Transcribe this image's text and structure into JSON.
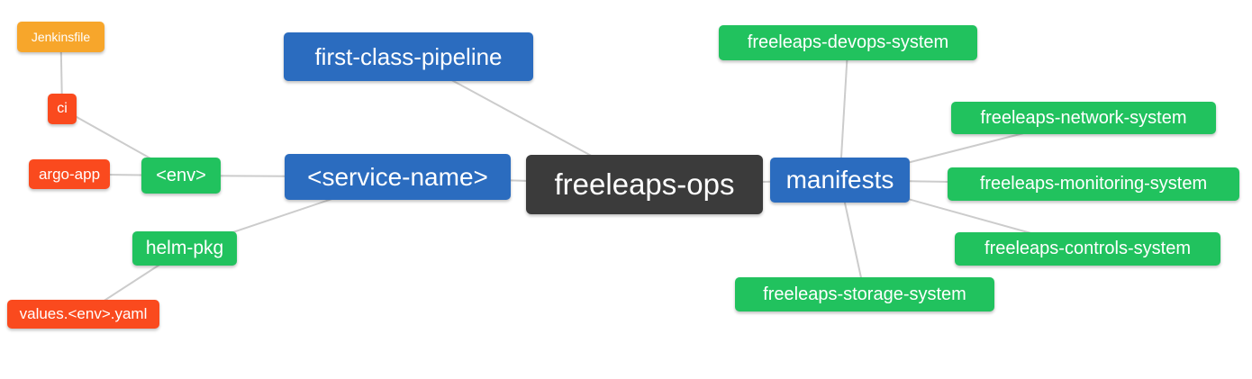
{
  "diagram": {
    "type": "mindmap",
    "root_label": "freeleaps-ops",
    "palette": {
      "blue": "#2B6CBF",
      "green": "#21C25E",
      "orange": "#F7A62B",
      "red": "#FA4A1E",
      "dark": "#3B3B3B",
      "edge_line": "#CCCCCC",
      "text": "#FFFFFF",
      "background": "#FFFFFF"
    },
    "nodes": {
      "freeleaps_ops": {
        "label": "freeleaps-ops",
        "color_role": "dark"
      },
      "first_class_pipeline": {
        "label": "first-class-pipeline",
        "color_role": "blue"
      },
      "service_name": {
        "label": "<service-name>",
        "color_role": "blue"
      },
      "manifests": {
        "label": "manifests",
        "color_role": "blue"
      },
      "env": {
        "label": "<env>",
        "color_role": "green"
      },
      "helm_pkg": {
        "label": "helm-pkg",
        "color_role": "green"
      },
      "ci": {
        "label": "ci",
        "color_role": "red"
      },
      "argo_app": {
        "label": "argo-app",
        "color_role": "red"
      },
      "jenkinsfile": {
        "label": "Jenkinsfile",
        "color_role": "orange"
      },
      "values_env_yaml": {
        "label": "values.<env>.yaml",
        "color_role": "red"
      },
      "devops_system": {
        "label": "freeleaps-devops-system",
        "color_role": "green"
      },
      "network_system": {
        "label": "freeleaps-network-system",
        "color_role": "green"
      },
      "monitoring_system": {
        "label": "freeleaps-monitoring-system",
        "color_role": "green"
      },
      "controls_system": {
        "label": "freeleaps-controls-system",
        "color_role": "green"
      },
      "storage_system": {
        "label": "freeleaps-storage-system",
        "color_role": "green"
      }
    },
    "edges": [
      {
        "from": "jenkinsfile",
        "to": "ci"
      },
      {
        "from": "ci",
        "to": "env"
      },
      {
        "from": "argo_app",
        "to": "env"
      },
      {
        "from": "env",
        "to": "service_name"
      },
      {
        "from": "helm_pkg",
        "to": "service_name"
      },
      {
        "from": "values_env_yaml",
        "to": "helm_pkg"
      },
      {
        "from": "first_class_pipeline",
        "to": "freeleaps_ops"
      },
      {
        "from": "service_name",
        "to": "freeleaps_ops"
      },
      {
        "from": "freeleaps_ops",
        "to": "manifests"
      },
      {
        "from": "manifests",
        "to": "devops_system"
      },
      {
        "from": "manifests",
        "to": "network_system"
      },
      {
        "from": "manifests",
        "to": "monitoring_system"
      },
      {
        "from": "manifests",
        "to": "controls_system"
      },
      {
        "from": "manifests",
        "to": "storage_system"
      }
    ]
  }
}
